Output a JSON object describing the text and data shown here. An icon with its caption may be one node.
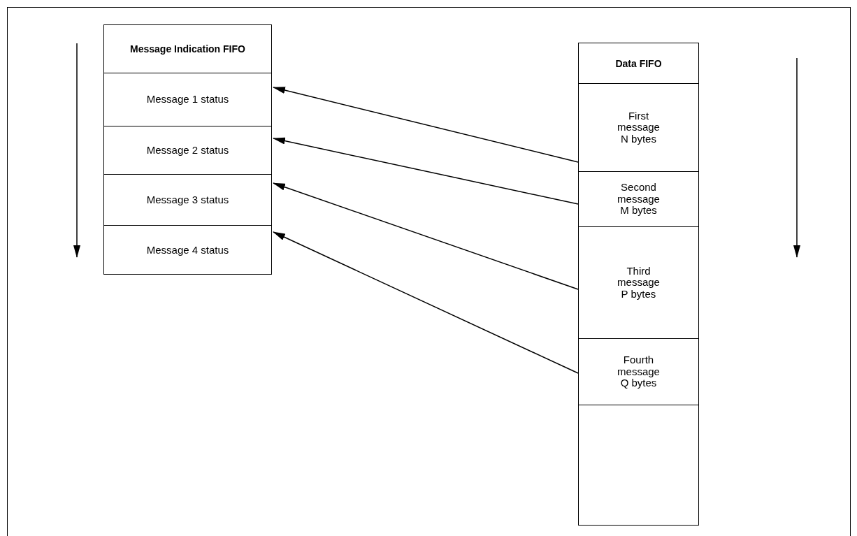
{
  "diagram": {
    "nodes": [
      {
        "text": [
          "Message Indication FIFO"
        ]
      },
      {
        "text": [
          "Message 1 status"
        ],
        "in": 0
      },
      {
        "text": [
          "Message 2 status"
        ],
        "in": 0
      },
      {
        "text": [
          "Message 3 status"
        ],
        "in": 0
      },
      {
        "text": [
          "Message 4 status"
        ],
        "in": 0
      },
      {
        "text": [
          "Data FIFO"
        ]
      },
      {
        "text": [
          "First message N bytes"
        ],
        "in": 5
      },
      {
        "text": [
          "Second message M bytes"
        ],
        "in": 5
      },
      {
        "text": [
          "Third message P bytes"
        ],
        "in": 5
      },
      {
        "text": [
          "Fourth message Q bytes"
        ],
        "in": 5
      },
      {
        "text": [],
        "shape": "box",
        "in": 5
      }
    ],
    "edges": [
      {
        "from": 6,
        "to": 1,
        "arrow": "to"
      },
      {
        "from": 7,
        "to": 2,
        "arrow": "to"
      },
      {
        "from": 8,
        "to": 3,
        "arrow": "to"
      },
      {
        "from": 9,
        "to": 4,
        "arrow": "to"
      }
    ]
  }
}
